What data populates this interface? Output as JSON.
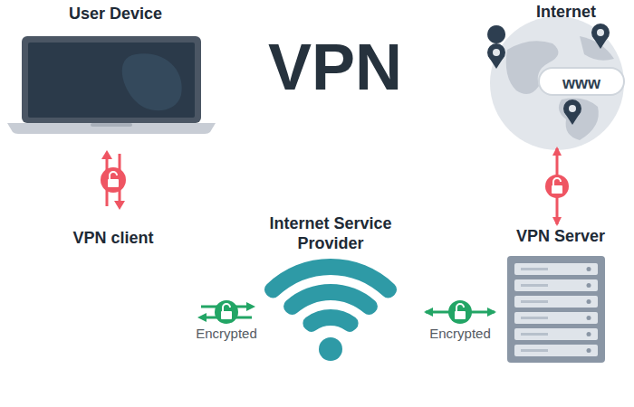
{
  "diagram": {
    "title": "VPN",
    "nodes": [
      {
        "text": [
          "User Device"
        ]
      },
      {
        "text": [
          "Internet",
          "www"
        ]
      },
      {
        "text": [
          "Internet Service Provider"
        ]
      },
      {
        "text": [
          "VPN Server"
        ]
      }
    ],
    "edges": [
      {
        "from": 1,
        "to": 3,
        "arrow": "both"
      },
      {
        "from": 2,
        "to": 3,
        "label": "Encrypted",
        "arrow": "both"
      }
    ],
    "labels": [
      "VPN client",
      "Encrypted"
    ]
  }
}
